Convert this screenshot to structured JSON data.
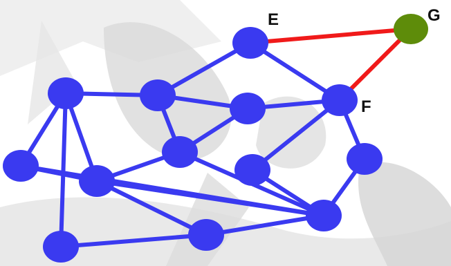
{
  "colors": {
    "background": "#ffffff",
    "backdrop_shade": "#d7d7d7",
    "node": "#3a3af0",
    "edge": "#3a3af0",
    "highlight_edge": "#f01a1a",
    "highlight_node": "#5e8c0a",
    "label": "#111111"
  },
  "graph": {
    "nodes": [
      {
        "id": "n1",
        "label": ""
      },
      {
        "id": "n2",
        "label": ""
      },
      {
        "id": "n3",
        "label": ""
      },
      {
        "id": "n4",
        "label": ""
      },
      {
        "id": "n5",
        "label": ""
      },
      {
        "id": "n6",
        "label": ""
      },
      {
        "id": "n7",
        "label": ""
      },
      {
        "id": "n8",
        "label": ""
      },
      {
        "id": "n9",
        "label": ""
      },
      {
        "id": "n10",
        "label": ""
      },
      {
        "id": "E",
        "label": "E"
      },
      {
        "id": "F",
        "label": "F"
      },
      {
        "id": "G",
        "label": "G"
      },
      {
        "id": "n14",
        "label": ""
      },
      {
        "id": "n15",
        "label": ""
      }
    ],
    "edges": [
      {
        "from": "n1",
        "to": "n2",
        "highlight": false
      },
      {
        "from": "n1",
        "to": "n3",
        "highlight": false
      },
      {
        "from": "n1",
        "to": "n4",
        "highlight": false
      },
      {
        "from": "n1",
        "to": "n6",
        "highlight": false
      },
      {
        "from": "n2",
        "to": "n4",
        "highlight": false
      },
      {
        "from": "n2",
        "to": "n9",
        "highlight": false
      },
      {
        "from": "n3",
        "to": "n5",
        "highlight": false
      },
      {
        "from": "n4",
        "to": "n5",
        "highlight": false
      },
      {
        "from": "n4",
        "to": "n9",
        "highlight": false
      },
      {
        "from": "n5",
        "to": "n9",
        "highlight": false
      },
      {
        "from": "n6",
        "to": "n8",
        "highlight": false
      },
      {
        "from": "n6",
        "to": "E",
        "highlight": false
      },
      {
        "from": "n6",
        "to": "n7",
        "highlight": false
      },
      {
        "from": "n7",
        "to": "n8",
        "highlight": false
      },
      {
        "from": "n7",
        "to": "F",
        "highlight": false
      },
      {
        "from": "n8",
        "to": "n4",
        "highlight": false
      },
      {
        "from": "n8",
        "to": "n9",
        "highlight": false
      },
      {
        "from": "E",
        "to": "F",
        "highlight": false
      },
      {
        "from": "F",
        "to": "n14",
        "highlight": false
      },
      {
        "from": "F",
        "to": "n10",
        "highlight": false
      },
      {
        "from": "n10",
        "to": "n15",
        "highlight": false
      },
      {
        "from": "n14",
        "to": "n15",
        "highlight": false
      },
      {
        "from": "n15",
        "to": "n9",
        "highlight": false
      },
      {
        "from": "E",
        "to": "G",
        "highlight": true
      },
      {
        "from": "F",
        "to": "G",
        "highlight": true
      }
    ]
  }
}
